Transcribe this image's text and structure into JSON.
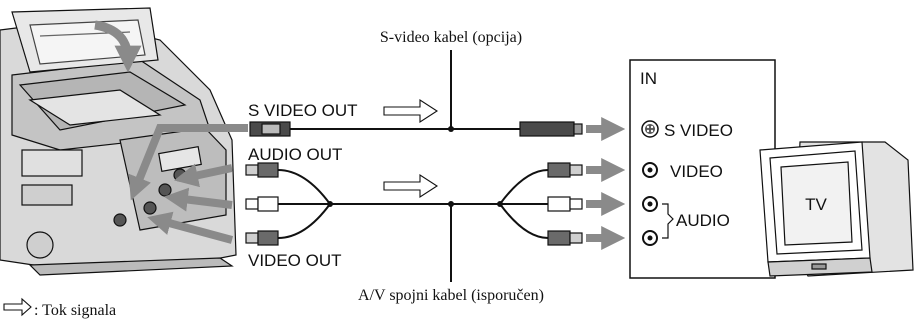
{
  "labels": {
    "s_video_cable": "S-video kabel (opcija)",
    "av_cable": "A/V spojni kabel (isporučen)",
    "legend": ": Tok signala"
  },
  "camera": {
    "s_video_out": "S VIDEO OUT",
    "audio_out": "AUDIO OUT",
    "video_out": "VIDEO OUT"
  },
  "tv_panel": {
    "in": "IN",
    "s_video": "S VIDEO",
    "video": "VIDEO",
    "audio": "AUDIO"
  },
  "tv": {
    "label": "TV"
  },
  "colors": {
    "arrow": "#8a8a8a",
    "line": "#111111",
    "camera_fill": "#d6d6d6"
  }
}
